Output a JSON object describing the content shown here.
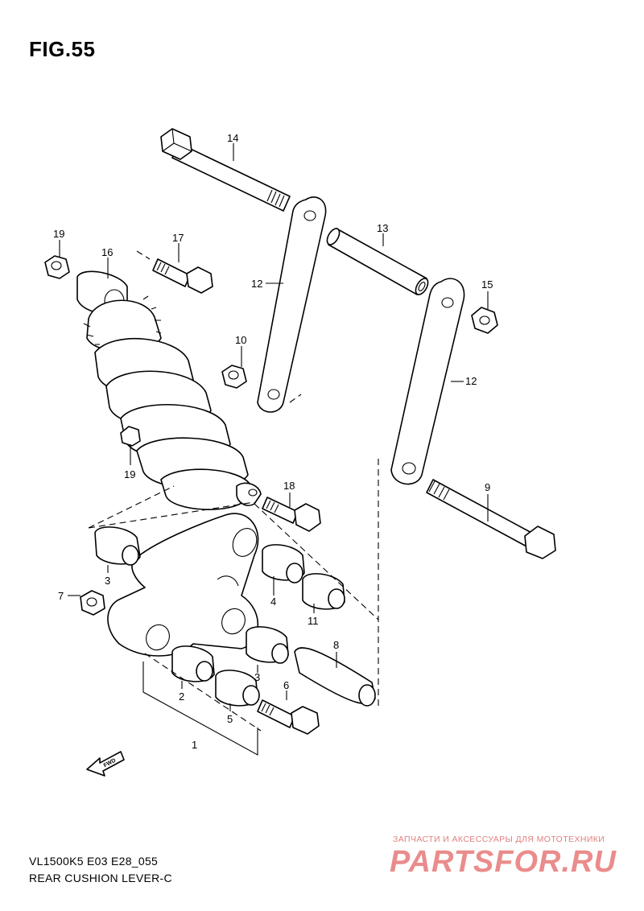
{
  "figure": {
    "title": "FIG.55"
  },
  "callouts": [
    {
      "id": "c14",
      "text": "14"
    },
    {
      "id": "c13",
      "text": "13"
    },
    {
      "id": "c12a",
      "text": "12"
    },
    {
      "id": "c12b",
      "text": "12"
    },
    {
      "id": "c19a",
      "text": "19"
    },
    {
      "id": "c19b",
      "text": "19"
    },
    {
      "id": "c16",
      "text": "16"
    },
    {
      "id": "c17",
      "text": "17"
    },
    {
      "id": "c15",
      "text": "15"
    },
    {
      "id": "c10",
      "text": "10"
    },
    {
      "id": "c18",
      "text": "18"
    },
    {
      "id": "c9",
      "text": "9"
    },
    {
      "id": "c3a",
      "text": "3"
    },
    {
      "id": "c3b",
      "text": "3"
    },
    {
      "id": "c7",
      "text": "7"
    },
    {
      "id": "c4",
      "text": "4"
    },
    {
      "id": "c11",
      "text": "11"
    },
    {
      "id": "c8",
      "text": "8"
    },
    {
      "id": "c2",
      "text": "2"
    },
    {
      "id": "c5",
      "text": "5"
    },
    {
      "id": "c6",
      "text": "6"
    },
    {
      "id": "c1",
      "text": "1"
    }
  ],
  "fwd_label": "FWD",
  "footer": {
    "model_code": "VL1500K5 E03 E28_055",
    "caption": "REAR CUSHION LEVER-C"
  },
  "watermark": {
    "tagline": "ЗАПЧАСТИ И АКСЕССУАРЫ ДЛЯ МОТОТЕХНИКИ",
    "brand": "PARTSFOR.RU",
    "color": "#ea8c8c"
  }
}
